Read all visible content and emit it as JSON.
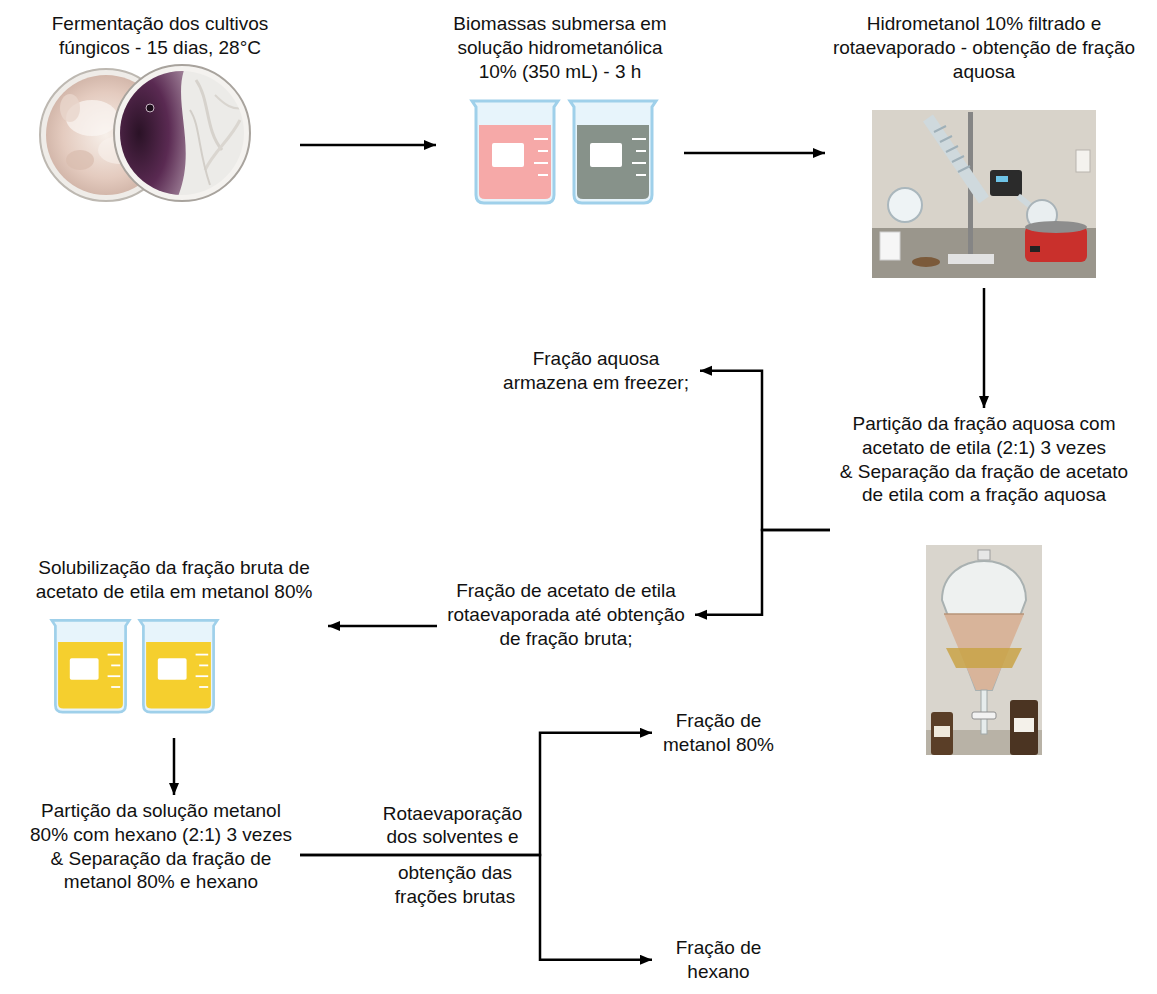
{
  "diagram": {
    "nodes": [
      {
        "text": [
          "Fermentação dos cultivos fúngicos - 15 dias, 28°C"
        ]
      },
      {
        "text": [
          "Biomassas submersa em solução hidrometanólica 10% (350 mL) - 3 h"
        ]
      },
      {
        "text": [
          "Hidrometanol 10% filtrado e rotaevaporado - obtenção de fração aquosa"
        ]
      },
      {
        "text": [
          "Partição da fração aquosa com acetato de etila (2:1) 3 vezes",
          "& Separação da fração de acetato de etila com a fração aquosa"
        ]
      },
      {
        "text": [
          "Fração aquosa armazena em freezer;"
        ]
      },
      {
        "text": [
          "Fração de acetato de etila rotaevaporada até obtenção de fração bruta;"
        ]
      },
      {
        "text": [
          "Solubilização da fração bruta de acetato de etila em metanol 80%"
        ]
      },
      {
        "text": [
          "Partição da solução metanol 80% com hexano (2:1) 3 vezes",
          "& Separação da fração de metanol 80% e hexano"
        ]
      },
      {
        "text": [
          "Fração de metanol 80%"
        ]
      },
      {
        "text": [
          "Fração de hexano"
        ]
      }
    ],
    "edges": [
      {
        "from": 0,
        "to": 1,
        "arrow": "to"
      },
      {
        "from": 1,
        "to": 2,
        "arrow": "to"
      },
      {
        "from": 2,
        "to": 3,
        "arrow": "to"
      },
      {
        "from": 3,
        "to": 4,
        "arrow": "to"
      },
      {
        "from": 3,
        "to": 5,
        "arrow": "to"
      },
      {
        "from": 5,
        "to": 6,
        "arrow": "to"
      },
      {
        "from": 6,
        "to": 7,
        "arrow": "to"
      },
      {
        "from": 7,
        "to": 8,
        "arrow": "to"
      },
      {
        "from": 7,
        "to": 9,
        "arrow": "to"
      }
    ],
    "labels": [
      "Rotaevaporação dos solventes e",
      "obtenção das frações brutas"
    ]
  }
}
